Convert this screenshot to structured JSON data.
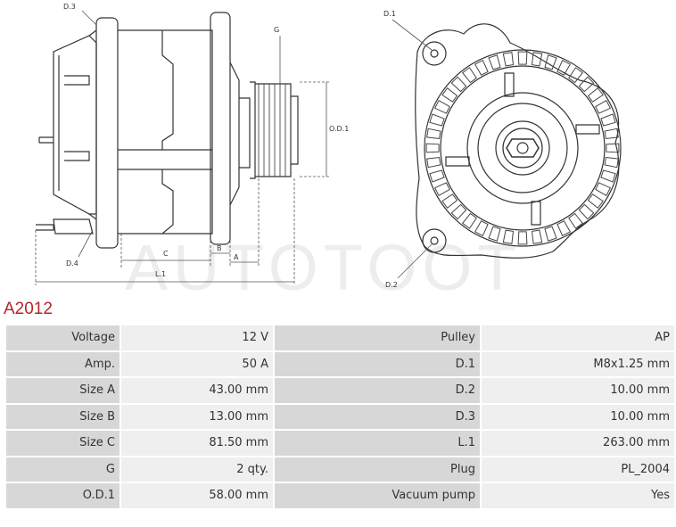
{
  "drawing": {
    "labels": {
      "d3": "D.3",
      "d4": "D.4",
      "c": "C",
      "b": "B",
      "a": "A",
      "l1": "L.1",
      "g": "G",
      "od1": "O.D.1",
      "d1": "D.1",
      "d2": "D.2"
    },
    "watermark": "AUTOTOOT"
  },
  "title": "A2012",
  "specs": [
    {
      "label": "Voltage",
      "value": "12 V",
      "label2": "Pulley",
      "value2": "AP"
    },
    {
      "label": "Amp.",
      "value": "50 A",
      "label2": "D.1",
      "value2": "M8x1.25 mm"
    },
    {
      "label": "Size A",
      "value": "43.00 mm",
      "label2": "D.2",
      "value2": "10.00 mm"
    },
    {
      "label": "Size B",
      "value": "13.00 mm",
      "label2": "D.3",
      "value2": "10.00 mm"
    },
    {
      "label": "Size C",
      "value": "81.50 mm",
      "label2": "L.1",
      "value2": "263.00 mm"
    },
    {
      "label": "G",
      "value": "2 qty.",
      "label2": "Plug",
      "value2": "PL_2004"
    },
    {
      "label": "O.D.1",
      "value": "58.00 mm",
      "label2": "Vacuum pump",
      "value2": "Yes"
    }
  ]
}
